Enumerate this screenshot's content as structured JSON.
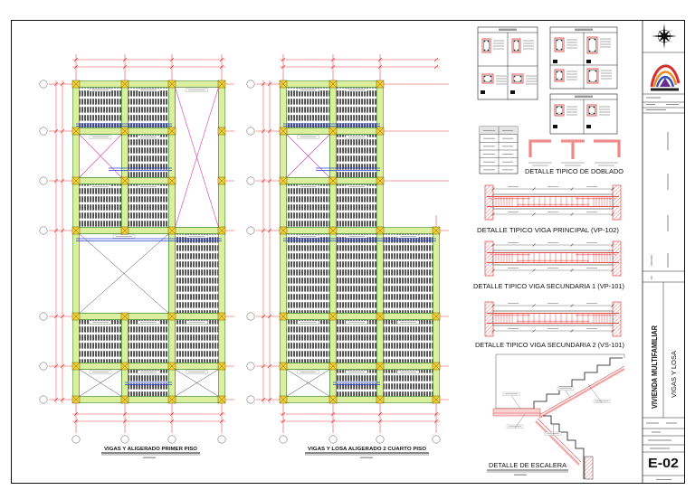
{
  "plans": [
    {
      "title": "VIGAS Y ALIGERADO PRIMER PISO"
    },
    {
      "title": "VIGAS Y LOSA ALIGERADO 2 CUARTO PISO"
    }
  ],
  "details": {
    "doblado_title": "DETALLE TIPICO DE DOBLADO",
    "viga_principal_title": "DETALLE TIPICO VIGA PRINCIPAL (VP-102)",
    "viga_secundaria_1_title": "DETALLE TIPICO VIGA SECUNDARIA 1 (VP-101)",
    "viga_secundaria_2_title": "DETALLE TIPICO VIGA SECUNDARIA 2 (VS-101)",
    "escalera_title": "DETALLE DE ESCALERA"
  },
  "title_block": {
    "project": "VIVIENDA MULTIFAMILIAR",
    "drawing_content": "VIGAS Y LOSA",
    "sheet_number": "E-02",
    "icons": [
      "north-arrow-icon",
      "institution-logo"
    ]
  },
  "colors": {
    "grid": "#e23b3b",
    "beam_fill": "#dcef9f",
    "beam_line": "#3f8f2f",
    "column": "#f2d23a",
    "opening": "#d23fb0",
    "rebar": "#e04848",
    "rebar_light": "#f3a3a3",
    "blue": "#2a3fd8",
    "ink": "#222222"
  }
}
